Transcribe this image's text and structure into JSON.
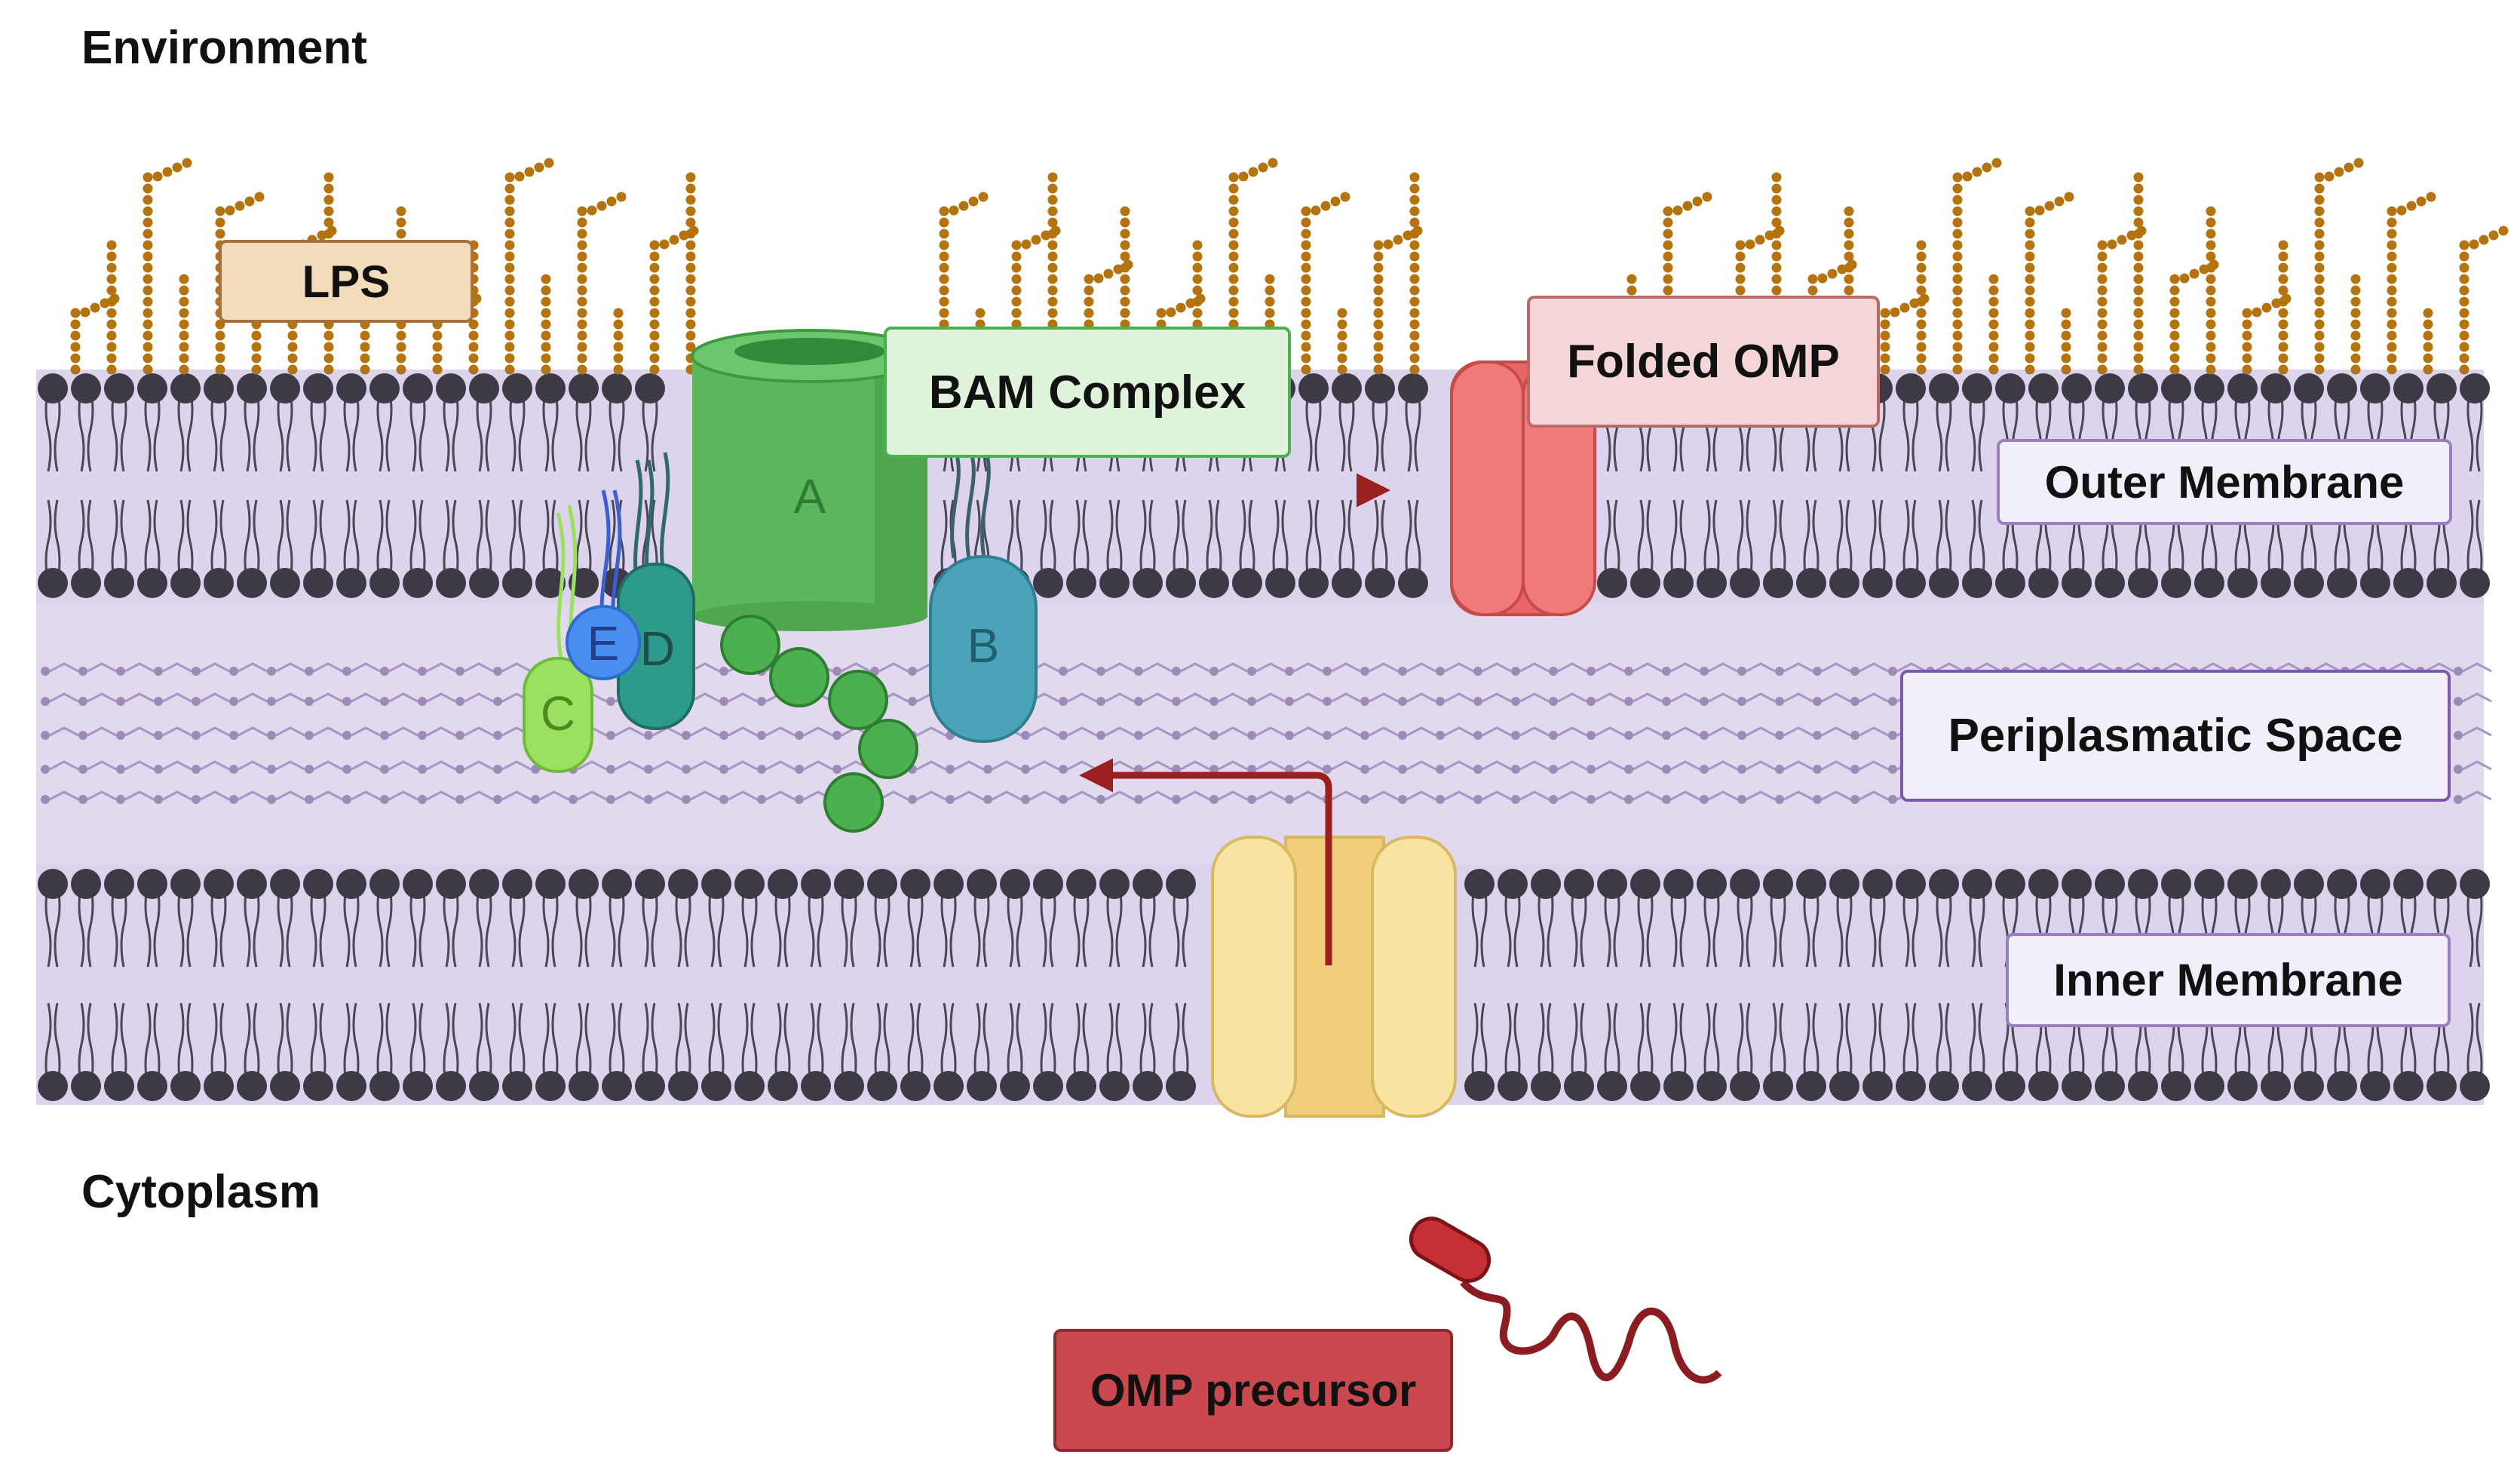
{
  "labels": {
    "environment": "Environment",
    "cytoplasm": "Cytoplasm",
    "lps": "LPS",
    "bam_complex": "BAM Complex",
    "folded_omp": "Folded OMP",
    "outer_membrane": "Outer Membrane",
    "periplasmatic_space": "Periplasmatic Space",
    "inner_membrane": "Inner Membrane",
    "omp_precursor": "OMP precursor"
  },
  "subunits": {
    "a": "A",
    "b": "B",
    "c": "C",
    "d": "D",
    "e": "E"
  },
  "colors": {
    "membrane_bg": "#ddd3ec",
    "lipid_head": "#3d3a45",
    "lps_sugar": "#b5730f",
    "bama": "#5cb85c",
    "bamb": "#4aa3b8",
    "bamc": "#9be060",
    "bamd": "#2e9a8c",
    "bame": "#4a8ff0",
    "folded_omp": "#f07474",
    "translocon": "#f7e19a",
    "arrow": "#9a1f1f",
    "precursor_box": "#c9494f"
  }
}
